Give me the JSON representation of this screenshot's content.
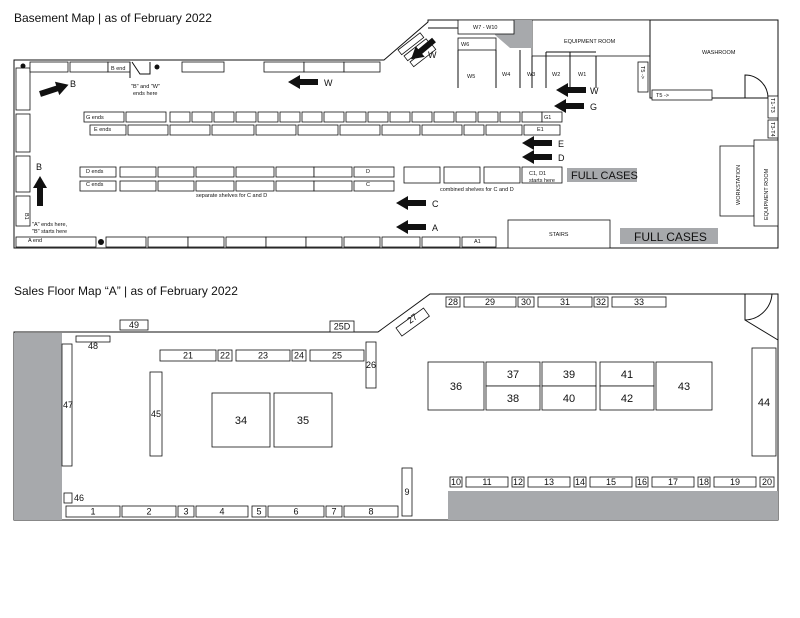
{
  "basement": {
    "title": "Basement Map | as of February 2022",
    "shelves": {
      "b_end": "B end",
      "w6": "W6",
      "w7_w10": "W7 - W10",
      "w5": "W5",
      "w4": "W4",
      "w3": "W3",
      "w2": "W2",
      "w1": "W1",
      "g_ends": "G ends",
      "g1": "G1",
      "e_ends": "E ends",
      "e1": "E1",
      "d_ends": "D ends",
      "d": "D",
      "c_ends": "C ends",
      "c": "C",
      "c1d1": "C1, D1",
      "c1d1b": "starts here",
      "a_end": "A end",
      "a1": "A1",
      "b1": "B1",
      "t5_up": "T5 ->",
      "t5_side": "T5 ->",
      "t1_t3": "T1-T3",
      "t3_t4": "T3-T4"
    },
    "rooms": {
      "equipment_top": "EQUIPMENT ROOM",
      "washroom": "WASHROOM",
      "stairs": "STAIRS",
      "workstation": "WORKSTATION",
      "equipment_side": "EQUIPMENT ROOM"
    },
    "arrows": {
      "w_top": "W",
      "w_mid": "W",
      "b": "B",
      "w_right": "W",
      "g": "G",
      "e": "E",
      "d": "D",
      "c": "C",
      "a": "A",
      "b_up": "B"
    },
    "notes": {
      "bw_1": "\"B\" and \"W\"",
      "bw_2": "ends here",
      "ab_1": "\"A\" ends here,",
      "ab_2": "\"B\" starts here",
      "separate": "separate shelves for C and D",
      "combined": "combined shelves for C and D"
    },
    "full_cases_1": "FULL CASES",
    "full_cases_2": "FULL CASES"
  },
  "sales": {
    "title": "Sales Floor Map “A” | as of February 2022",
    "labels": {
      "s1": "1",
      "s2": "2",
      "s3": "3",
      "s4": "4",
      "s5": "5",
      "s6": "6",
      "s7": "7",
      "s8": "8",
      "s9": "9",
      "s10": "10",
      "s11": "11",
      "s12": "12",
      "s13": "13",
      "s14": "14",
      "s15": "15",
      "s16": "16",
      "s17": "17",
      "s18": "18",
      "s19": "19",
      "s20": "20",
      "s21": "21",
      "s22": "22",
      "s23": "23",
      "s24": "24",
      "s25": "25",
      "s25d": "25D",
      "s26": "26",
      "s27": "27",
      "s28": "28",
      "s29": "29",
      "s30": "30",
      "s31": "31",
      "s32": "32",
      "s33": "33",
      "s34": "34",
      "s35": "35",
      "s36": "36",
      "s37": "37",
      "s38": "38",
      "s39": "39",
      "s40": "40",
      "s41": "41",
      "s42": "42",
      "s43": "43",
      "s44": "44",
      "s45": "45",
      "s46": "46",
      "s47": "47",
      "s48": "48",
      "s49": "49"
    }
  }
}
